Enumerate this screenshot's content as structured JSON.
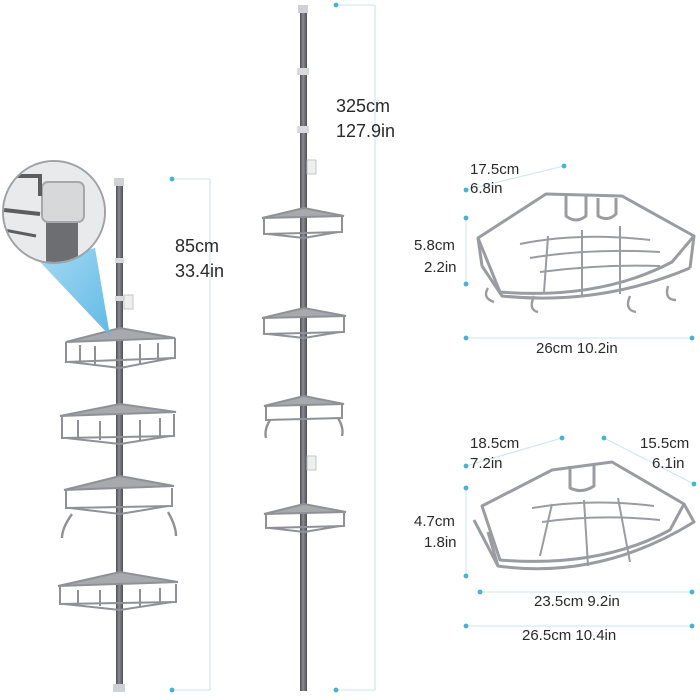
{
  "colors": {
    "pole": "#6d6e72",
    "pole_dark": "#4e4f53",
    "chrome": "#9a9ca1",
    "basket": "#8f9196",
    "dimension_line": "#cfe6ef",
    "dimension_dot": "#45b3d6",
    "callout": "#6bbfe6",
    "text": "#2a2a2a"
  },
  "dimensions": {
    "tall_pole_cm": "325cm",
    "tall_pole_in": "127.9in",
    "short_pole_cm": "85cm",
    "short_pole_in": "33.4in",
    "basket_a": {
      "depth_cm": "17.5cm",
      "depth_in": "6.8in",
      "height_cm": "5.8cm",
      "height_in": "2.2in",
      "width": "26cm 10.2in"
    },
    "basket_b": {
      "depth_left_cm": "18.5cm",
      "depth_left_in": "7.2in",
      "depth_right_cm": "15.5cm",
      "depth_right_in": "6.1in",
      "height_cm": "4.7cm",
      "height_in": "1.8in",
      "inner_width": "23.5cm 9.2in",
      "outer_width": "26.5cm 10.4in"
    }
  }
}
